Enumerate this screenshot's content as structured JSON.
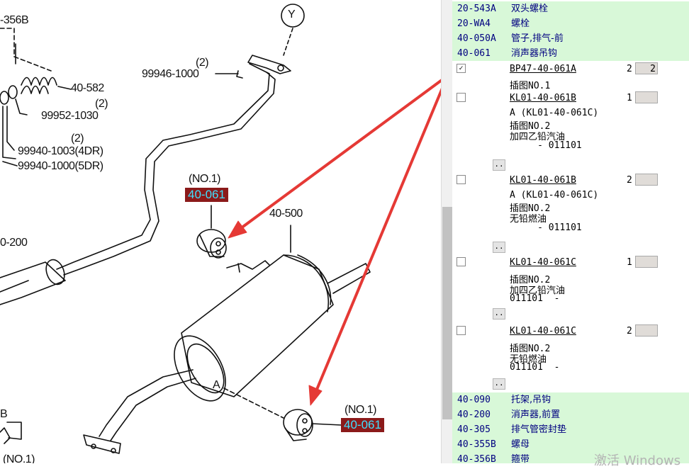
{
  "diagram": {
    "labels": {
      "l356b": "-356B",
      "l582": "40-582",
      "q2a": "(2)",
      "p99946": "99946-1000",
      "q2b": "(2)",
      "p99952": "99952-1030",
      "q2c": "(2)",
      "p99940a": "99940-1003(4DR)",
      "p99940b": "99940-1000(5DR)",
      "y": "Y",
      "no1a": "(NO.1)",
      "l500": "40-500",
      "l200": "0-200",
      "no1b": "(NO.1)",
      "a": "A",
      "b": "B",
      "no1c": "(NO.1)"
    },
    "callouts": {
      "c1": "40-061",
      "c2": "40-061"
    }
  },
  "panel": {
    "top_groups": [
      {
        "code": "20-543A",
        "name": "双头螺栓"
      },
      {
        "code": "20-WA4",
        "name": "螺栓"
      },
      {
        "code": "40-050A",
        "name": "管子,排气-前"
      },
      {
        "code": "40-061",
        "name": "消声器吊钩"
      }
    ],
    "parts": [
      {
        "checked": true,
        "pn": "BP47-40-061A",
        "qty": "2",
        "input": "2",
        "lines": [
          "插图NO.1"
        ]
      },
      {
        "checked": false,
        "pn": "KL01-40-061B",
        "qty": "1",
        "input": "",
        "lines": [
          "A (KL01-40-061C)",
          "插图NO.2",
          "加四乙铅汽油",
          "     - 011101"
        ],
        "expand": ".."
      },
      {
        "checked": false,
        "pn": "KL01-40-061B",
        "qty": "2",
        "input": "",
        "lines": [
          "A (KL01-40-061C)",
          "插图NO.2",
          "无铅燃油",
          "     - 011101"
        ],
        "expand": ".."
      },
      {
        "checked": false,
        "pn": "KL01-40-061C",
        "qty": "1",
        "input": "",
        "lines": [
          "插图NO.2",
          "加四乙铅汽油",
          "011101  -"
        ],
        "expand": ".."
      },
      {
        "checked": false,
        "pn": "KL01-40-061C",
        "qty": "2",
        "input": "",
        "lines": [
          "插图NO.2",
          "无铅燃油",
          "011101  -"
        ],
        "expand": ".."
      }
    ],
    "bottom_groups": [
      {
        "code": "40-090",
        "name": "托架,吊钩"
      },
      {
        "code": "40-200",
        "name": "消声器,前置"
      },
      {
        "code": "40-305",
        "name": "排气管密封垫"
      },
      {
        "code": "40-355B",
        "name": "螺母"
      },
      {
        "code": "40-356B",
        "name": "箍带"
      }
    ]
  },
  "watermark": "激活 Windows",
  "colors": {
    "group_bg": "#d8f8d8",
    "group_text": "#000080",
    "callout_bg": "#8b1a1a",
    "callout_text": "#3ee0ff",
    "arrow": "#e53935"
  }
}
